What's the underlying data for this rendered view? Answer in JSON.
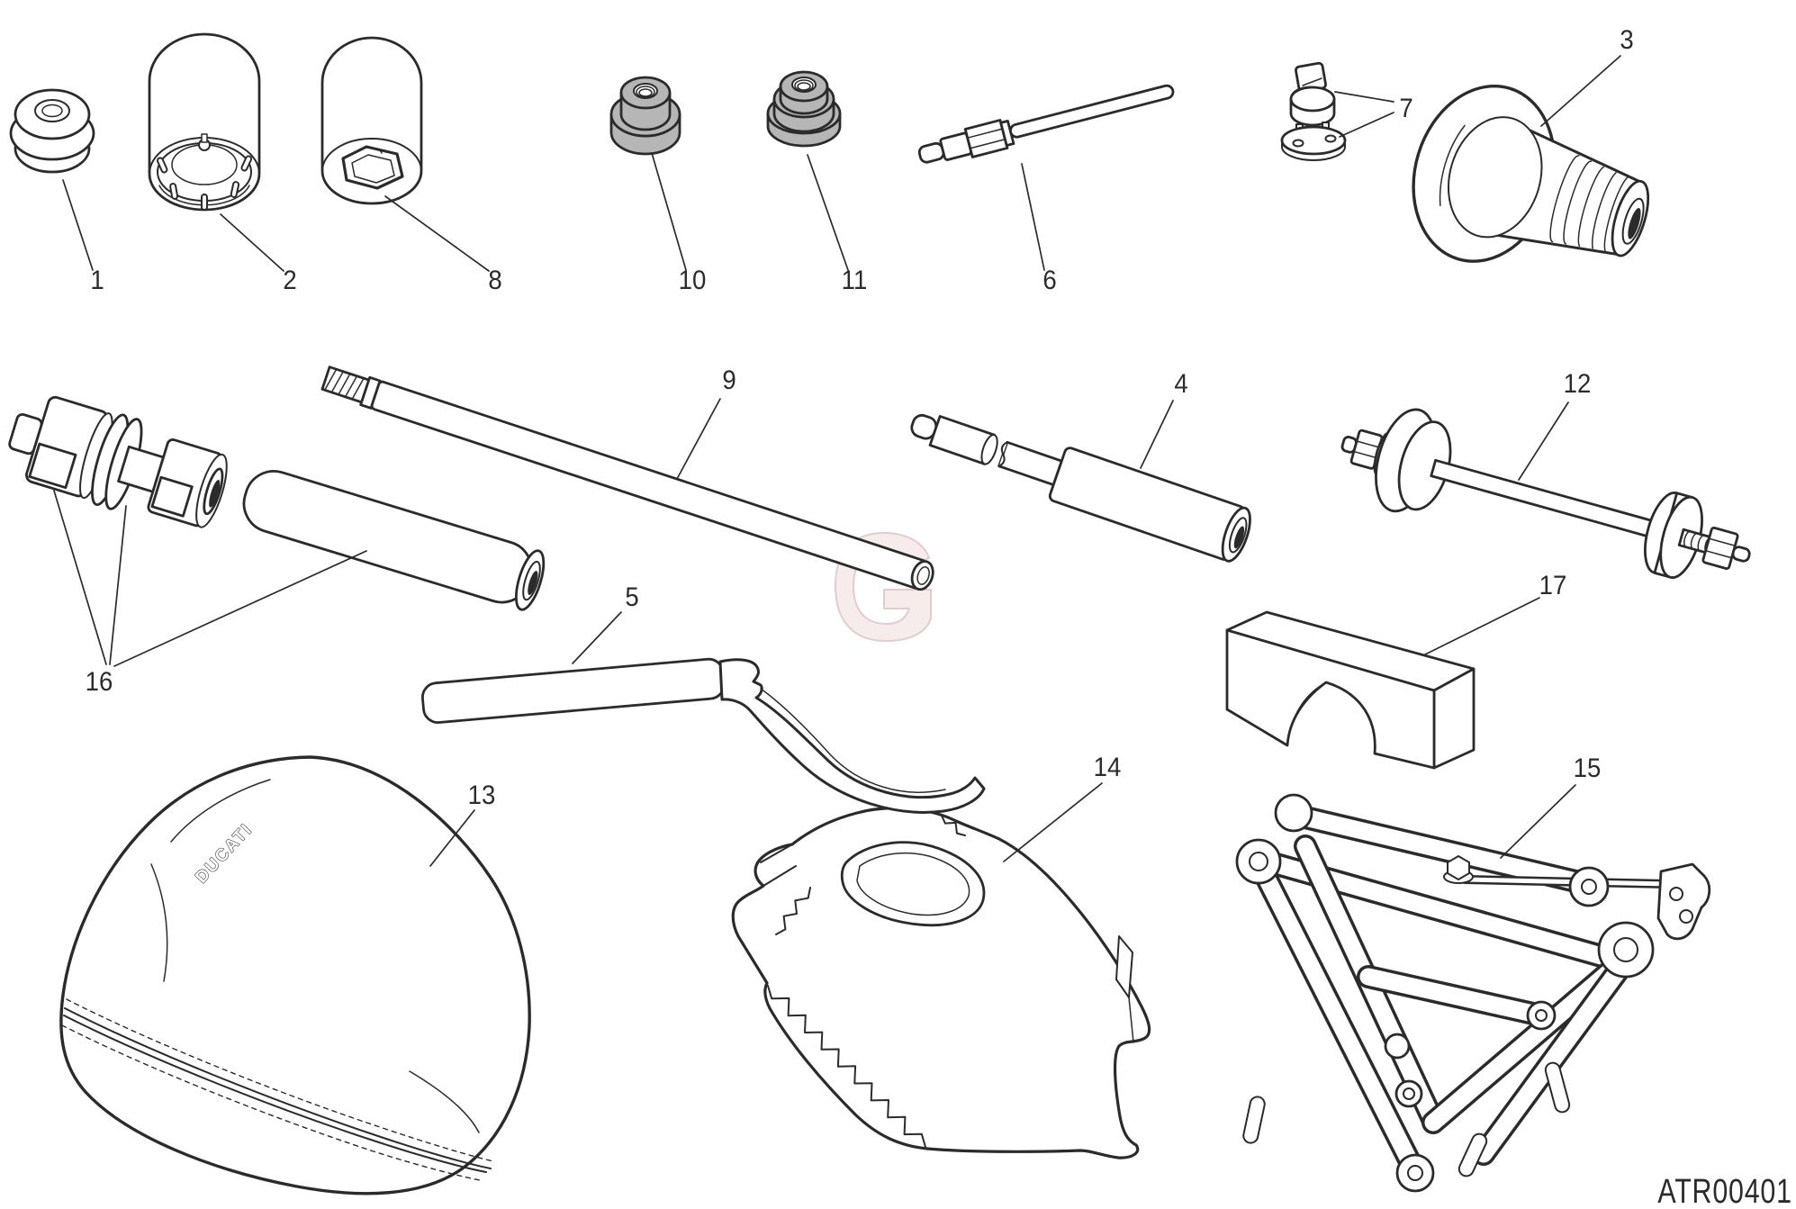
{
  "diagram": {
    "drawing_code": "ATR00401",
    "brand_mark": "DUCATI",
    "watermark_letter": "G",
    "callouts": [
      {
        "label": "1"
      },
      {
        "label": "2"
      },
      {
        "label": "3"
      },
      {
        "label": "4"
      },
      {
        "label": "5"
      },
      {
        "label": "6"
      },
      {
        "label": "7"
      },
      {
        "label": "8"
      },
      {
        "label": "9"
      },
      {
        "label": "10"
      },
      {
        "label": "11"
      },
      {
        "label": "12"
      },
      {
        "label": "13"
      },
      {
        "label": "14"
      },
      {
        "label": "15"
      },
      {
        "label": "16"
      },
      {
        "label": "17"
      }
    ]
  }
}
